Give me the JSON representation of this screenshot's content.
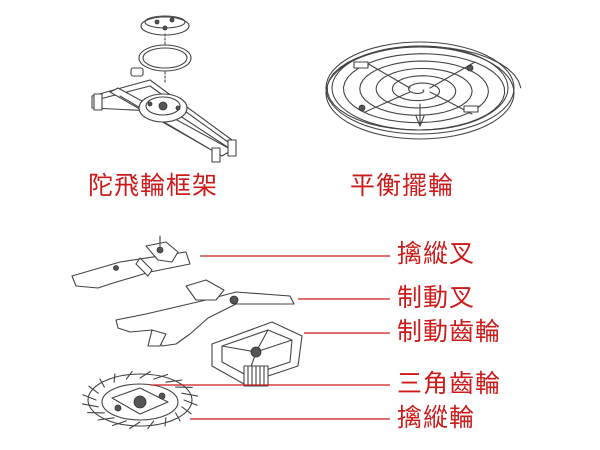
{
  "captions": {
    "tourbillon_frame": "陀飛輪框架",
    "balance_wheel": "平衡擺輪"
  },
  "labels": [
    {
      "id": "pallet_fork",
      "text": "擒縱叉"
    },
    {
      "id": "brake_fork",
      "text": "制動叉"
    },
    {
      "id": "brake_gear",
      "text": "制動齒輪"
    },
    {
      "id": "triangle_gear",
      "text": "三角齒輪"
    },
    {
      "id": "escape_wheel",
      "text": "擒縱輪"
    }
  ],
  "colors": {
    "label_red": "#cc1b1b",
    "line_art": "#444444",
    "background": "#ffffff"
  }
}
